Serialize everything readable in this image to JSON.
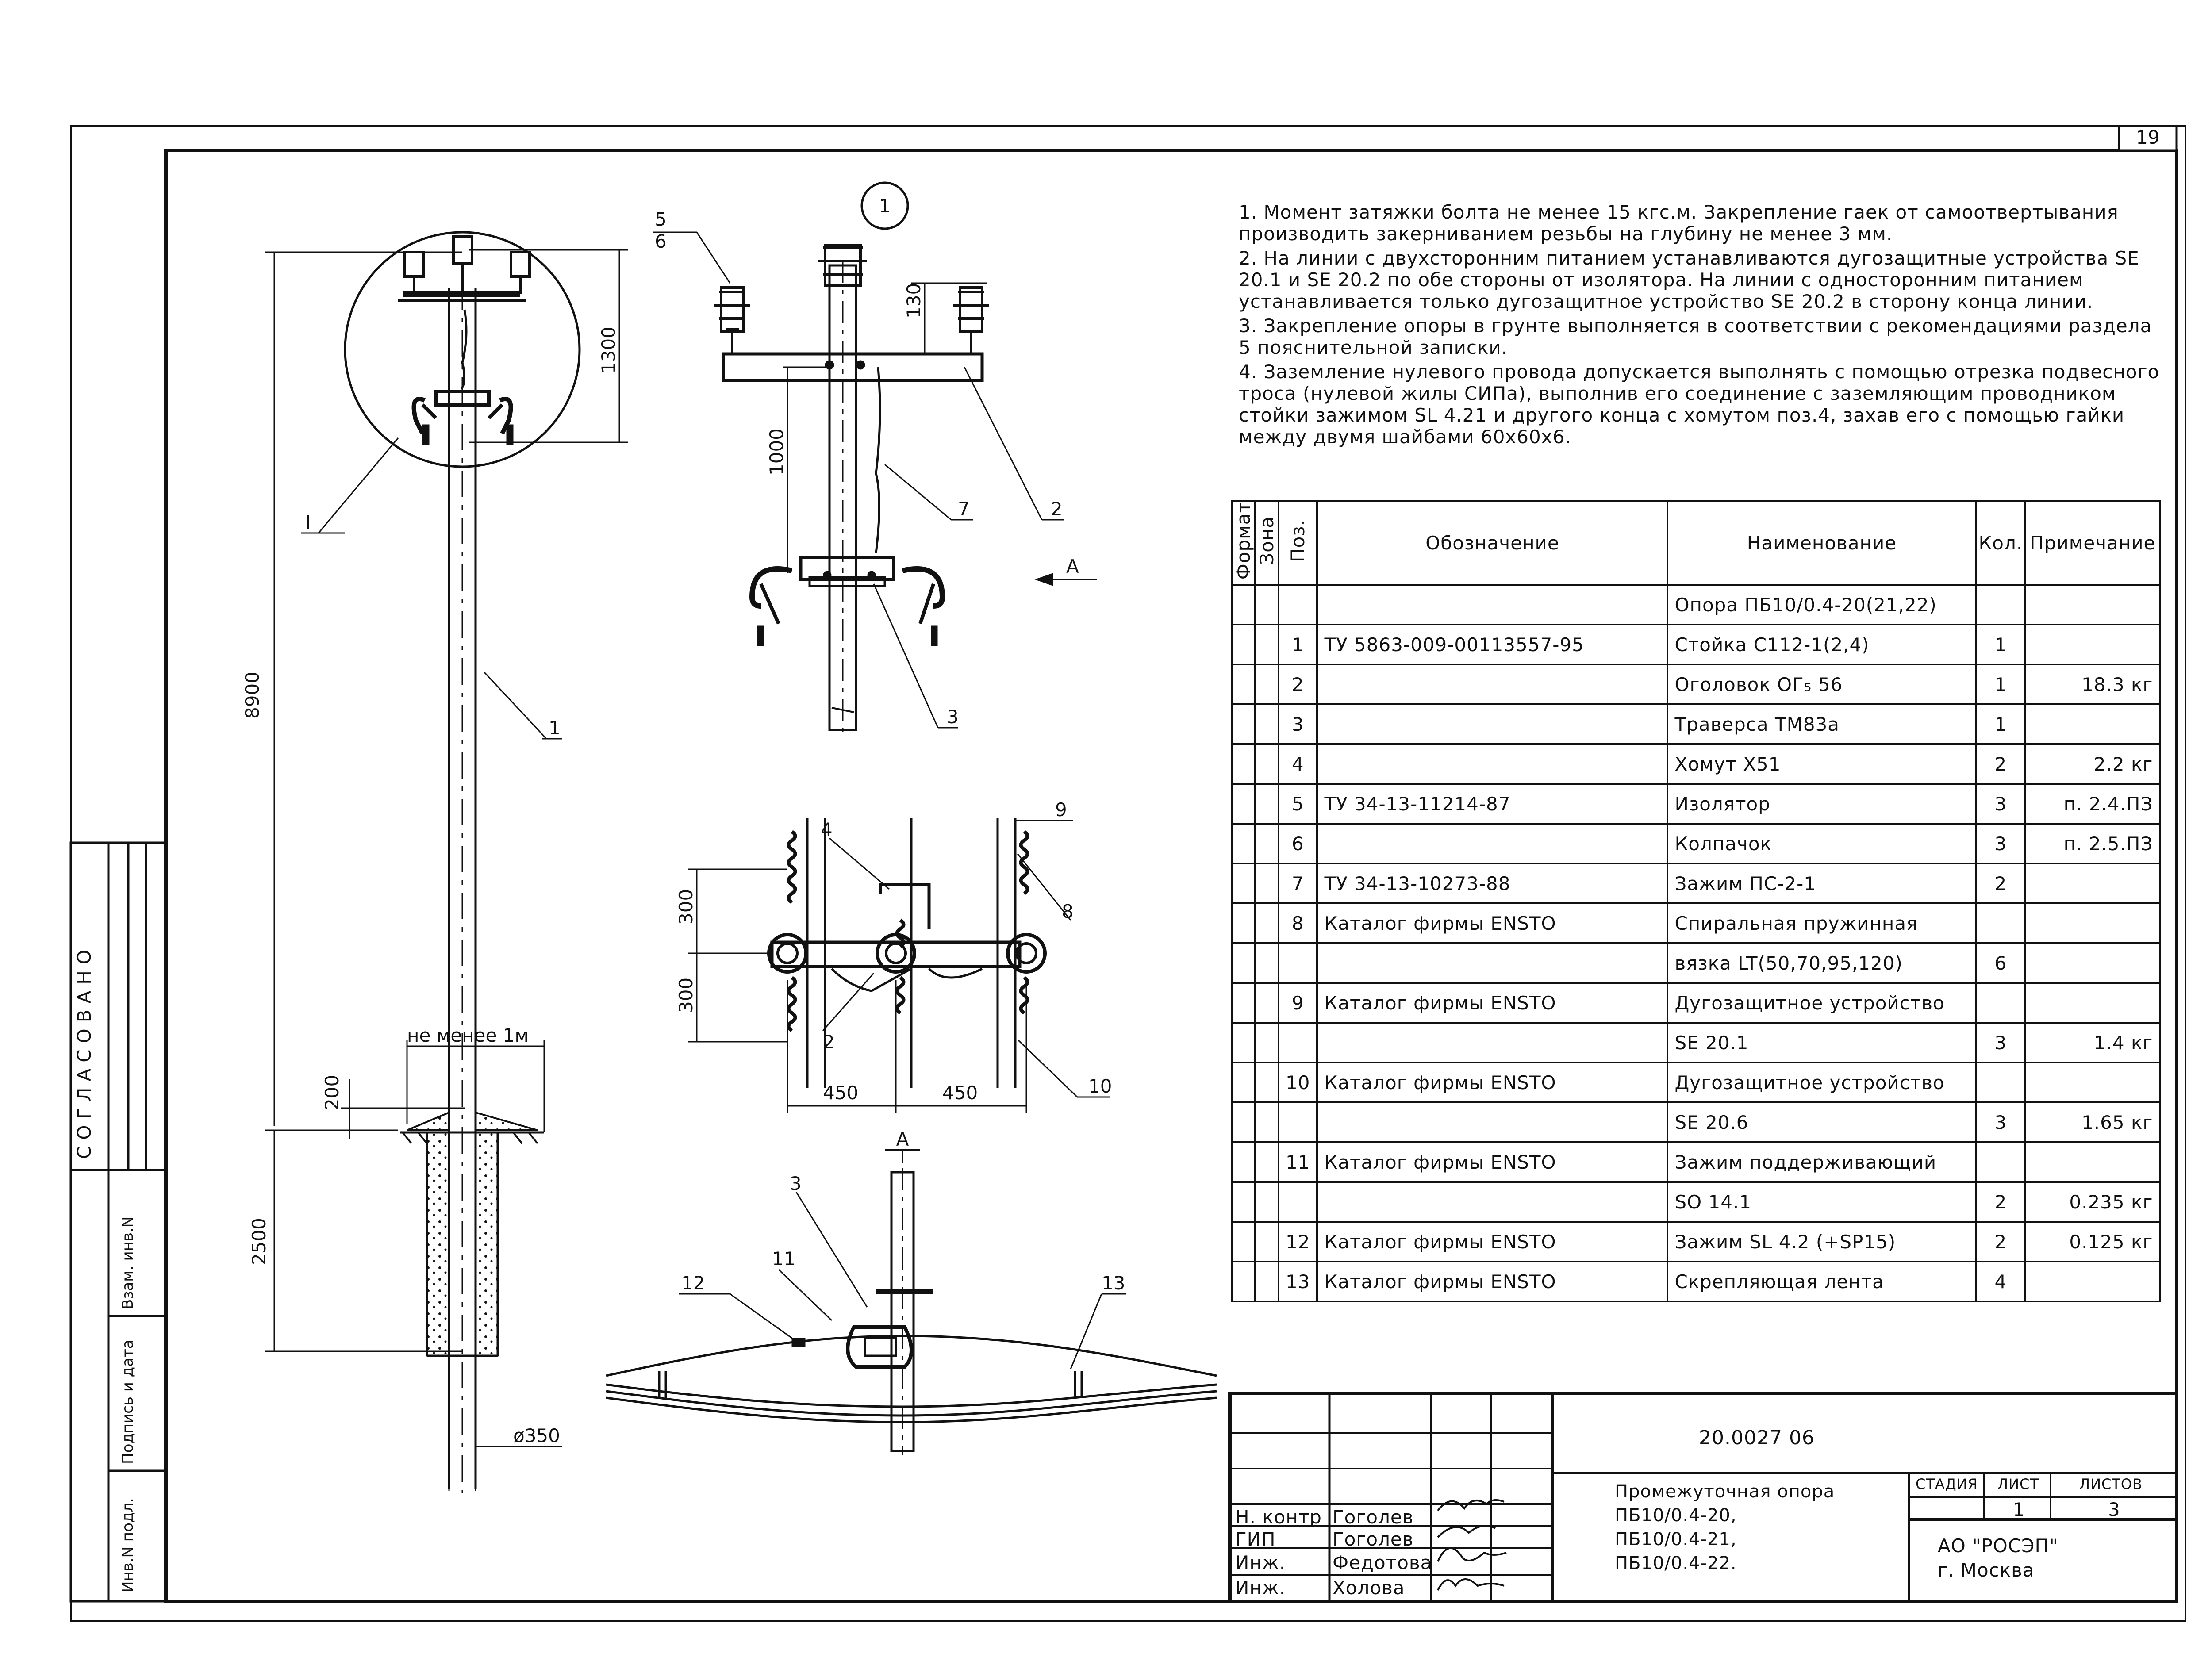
{
  "sheet": {
    "page_number": "19",
    "detail_marker": "1",
    "section_marker": "I",
    "view_arrow": "А",
    "section_label": "А",
    "agreed_label": "СОГЛАСОВАНО",
    "stamp_cells": [
      "Взам. инв.N",
      "Подпись и дата",
      "Инв.N подл."
    ]
  },
  "dimensions": {
    "total_height": "8900",
    "top_zone": "1300",
    "embed_depth": "2500",
    "mound": "200",
    "min_distance": "не менее 1м",
    "diameter": "ø350",
    "insulator_offset": "130",
    "bracket_drop": "1000",
    "upper_300": "300",
    "lower_300": "300",
    "left_450": "450",
    "right_450": "450"
  },
  "callouts": {
    "pole_1": "1",
    "bracket_2": "2",
    "clamp_3": "3",
    "pos_5": "5",
    "pos_6": "6",
    "pos_7": "7",
    "plan_4": "4",
    "plan_2": "2",
    "plan_8": "8",
    "plan_9": "9",
    "plan_10": "10",
    "sec_3": "3",
    "sec_11": "11",
    "sec_12": "12",
    "sec_13": "13"
  },
  "notes": [
    "1. Момент затяжки болта не менее 15 кгс.м. Закрепление гаек от самоотвертывания производить закерниванием резьбы на глубину не менее 3 мм.",
    "2. На линии с двухсторонним питанием устанавливаются дугозащитные устройства SE 20.1 и SE 20.2 по обе стороны от изолятора. На линии с односторонним питанием устанавливается только дугозащитное устройство SE 20.2 в сторону конца линии.",
    "3. Закрепление опоры в грунте выполняется в соответствии с рекомендациями раздела 5 пояснительной записки.",
    "4. Заземление нулевого провода допускается выполнять с помощью отрезка подвесного троса (нулевой жилы СИПа), выполнив его соединение с заземляющим проводником стойки зажимом SL 4.21 и другого конца с хомутом поз.4, захав его с помощью гайки между двумя шайбами 60х60х6."
  ],
  "spec_table": {
    "headers": {
      "format": "Формат",
      "zone": "Зона",
      "pos": "Поз.",
      "designation": "Обозначение",
      "name": "Наименование",
      "qty": "Кол.",
      "note": "Примечание"
    },
    "rows": [
      {
        "pos": "",
        "designation": "",
        "name": "Опора ПБ10/0.4-20(21,22)",
        "qty": "",
        "note": ""
      },
      {
        "pos": "1",
        "designation": "ТУ 5863-009-00113557-95",
        "name": "Стойка С112-1(2,4)",
        "qty": "1",
        "note": ""
      },
      {
        "pos": "2",
        "designation": "",
        "name": "Оголовок ОГ₅ 56",
        "qty": "1",
        "note": "18.3 кг"
      },
      {
        "pos": "3",
        "designation": "",
        "name": "Траверса ТМ83а",
        "qty": "1",
        "note": ""
      },
      {
        "pos": "4",
        "designation": "",
        "name": "Хомут Х51",
        "qty": "2",
        "note": "2.2 кг"
      },
      {
        "pos": "5",
        "designation": "ТУ 34-13-11214-87",
        "name": "Изолятор",
        "qty": "3",
        "note": "п. 2.4.ПЗ"
      },
      {
        "pos": "6",
        "designation": "",
        "name": "Колпачок",
        "qty": "3",
        "note": "п. 2.5.ПЗ"
      },
      {
        "pos": "7",
        "designation": "ТУ 34-13-10273-88",
        "name": "Зажим ПС-2-1",
        "qty": "2",
        "note": ""
      },
      {
        "pos": "8",
        "designation": "Каталог фирмы ENSTO",
        "name": "Спиральная пружинная",
        "qty": "",
        "note": ""
      },
      {
        "pos": "",
        "designation": "",
        "name": "вязка LT(50,70,95,120)",
        "qty": "6",
        "note": ""
      },
      {
        "pos": "9",
        "designation": "Каталог фирмы ENSTO",
        "name": "Дугозащитное устройство",
        "qty": "",
        "note": ""
      },
      {
        "pos": "",
        "designation": "",
        "name": "SE 20.1",
        "qty": "3",
        "note": "1.4 кг"
      },
      {
        "pos": "10",
        "designation": "Каталог фирмы ENSTO",
        "name": "Дугозащитное устройство",
        "qty": "",
        "note": ""
      },
      {
        "pos": "",
        "designation": "",
        "name": "SE 20.6",
        "qty": "3",
        "note": "1.65 кг"
      },
      {
        "pos": "11",
        "designation": "Каталог фирмы ENSTO",
        "name": "Зажим поддерживающий",
        "qty": "",
        "note": ""
      },
      {
        "pos": "",
        "designation": "",
        "name": "SO 14.1",
        "qty": "2",
        "note": "0.235 кг"
      },
      {
        "pos": "12",
        "designation": "Каталог фирмы ENSTO",
        "name": "Зажим SL 4.2 (+SP15)",
        "qty": "2",
        "note": "0.125 кг"
      },
      {
        "pos": "13",
        "designation": "Каталог фирмы ENSTO",
        "name": "Скрепляющая лента",
        "qty": "4",
        "note": ""
      }
    ]
  },
  "title_block": {
    "doc_number": "20.0027 06",
    "title_lines": [
      "Промежуточная опора",
      "ПБ10/0.4-20,",
      "ПБ10/0.4-21,",
      "ПБ10/0.4-22."
    ],
    "stage_label": "СТАДИЯ",
    "sheet_label": "ЛИСТ",
    "sheets_label": "ЛИСТОВ",
    "sheet_value": "1",
    "sheets_value": "3",
    "company": "АО \"РОСЭП\"",
    "city": "г. Москва",
    "signers": [
      {
        "role": "Н. контр",
        "name": "Гоголев"
      },
      {
        "role": "ГИП",
        "name": "Гоголев"
      },
      {
        "role": "Инж.",
        "name": "Федотова"
      },
      {
        "role": "Инж.",
        "name": "Холова"
      }
    ]
  }
}
